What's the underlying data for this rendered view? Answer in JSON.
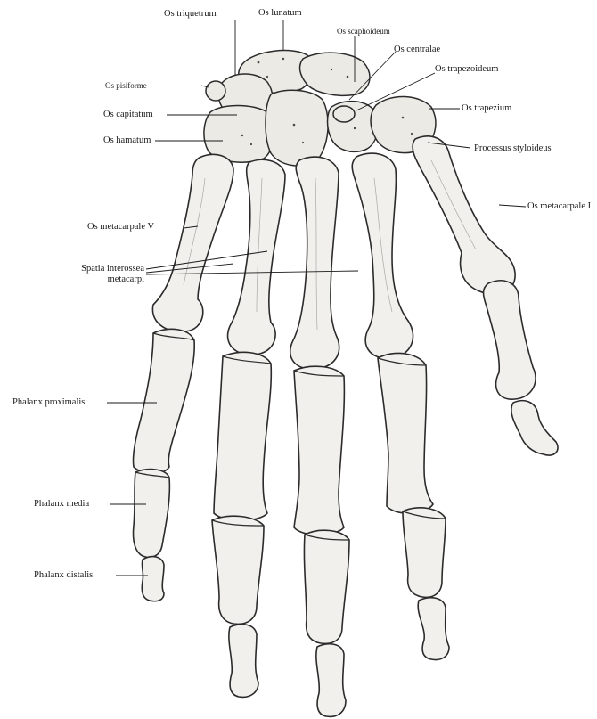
{
  "labels": {
    "os_triquetrum": "Os triquetrum",
    "os_lunatum": "Os lunatum",
    "os_scaphoideum": "Os scaphoideum",
    "os_centralae": "Os centralae",
    "os_trapezoideum": "Os trapezoideum",
    "os_pisiforme": "Os pisiforme",
    "os_capitatum": "Os capitatum",
    "os_trapezium": "Os trapezium",
    "os_hamatum": "Os hamatum",
    "processus_styloideus": "Processus styloideus",
    "os_metacarpale_i": "Os metacarpale I",
    "os_metacarpale_v": "Os metacarpale V",
    "spatia_interossea_line1": "Spatia interossea",
    "spatia_interossea_line2": "metacarpi",
    "phalanx_proximalis": "Phalanx proximalis",
    "phalanx_media": "Phalanx media",
    "phalanx_distalis": "Phalanx distalis"
  }
}
